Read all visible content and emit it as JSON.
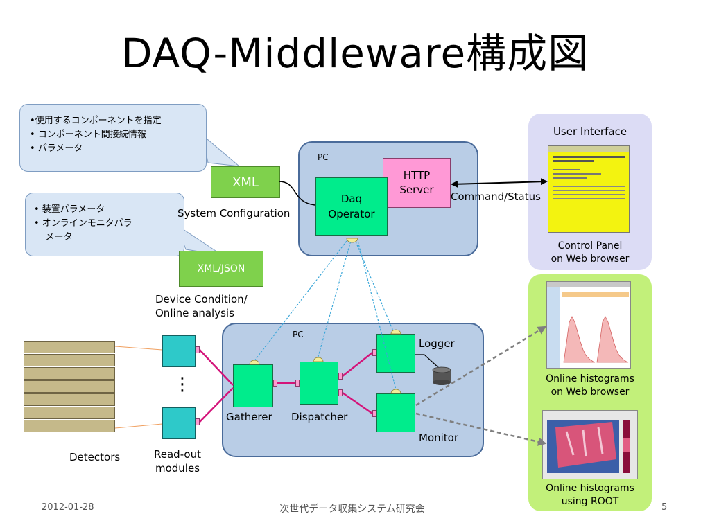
{
  "title": "DAQ-Middleware構成図",
  "callout_xml": {
    "lines": [
      "•使用するコンポーネントを指定",
      "• コンポーネント間接続情報",
      "• パラメータ"
    ]
  },
  "callout_device": {
    "lines": [
      "•  装置パラメータ",
      "•  オンラインモニタパラ",
      "    メータ"
    ]
  },
  "notes": {
    "xml": "XML",
    "xml_json": "XML/JSON",
    "system_config": "System Configuration",
    "device_condition": [
      "Device Condition/",
      "Online analysis"
    ]
  },
  "upper_pc": {
    "label": "PC",
    "daq_operator": [
      "Daq",
      "Operator"
    ],
    "http_server": [
      "HTTP",
      "Server"
    ]
  },
  "command_status": "Command/Status",
  "user_interface": {
    "title": "User Interface",
    "caption": [
      "Control Panel",
      "on Web browser"
    ]
  },
  "lower_pc": {
    "label": "PC",
    "gatherer": "Gatherer",
    "dispatcher": "Dispatcher",
    "logger": "Logger",
    "monitor": "Monitor"
  },
  "detectors": "Detectors",
  "readout": [
    "Read-out",
    "modules"
  ],
  "vdots": "⋮",
  "hist_web": [
    "Online histograms",
    "on Web browser"
  ],
  "hist_root": [
    "Online histograms",
    "using ROOT"
  ],
  "footer": {
    "date": "2012-01-28",
    "org": "次世代データ収集システム研究会",
    "page": "5"
  },
  "colors": {
    "component": "#00ec8c",
    "http_server": "#ff99d6",
    "readout_module": "#2ec9c9",
    "pc_box": "#b9cde6",
    "ui_panel": "#dcdcf5",
    "hist_panel": "#c2f07a",
    "data_link": "#d4147a",
    "control_link": "#3aa6d8"
  }
}
